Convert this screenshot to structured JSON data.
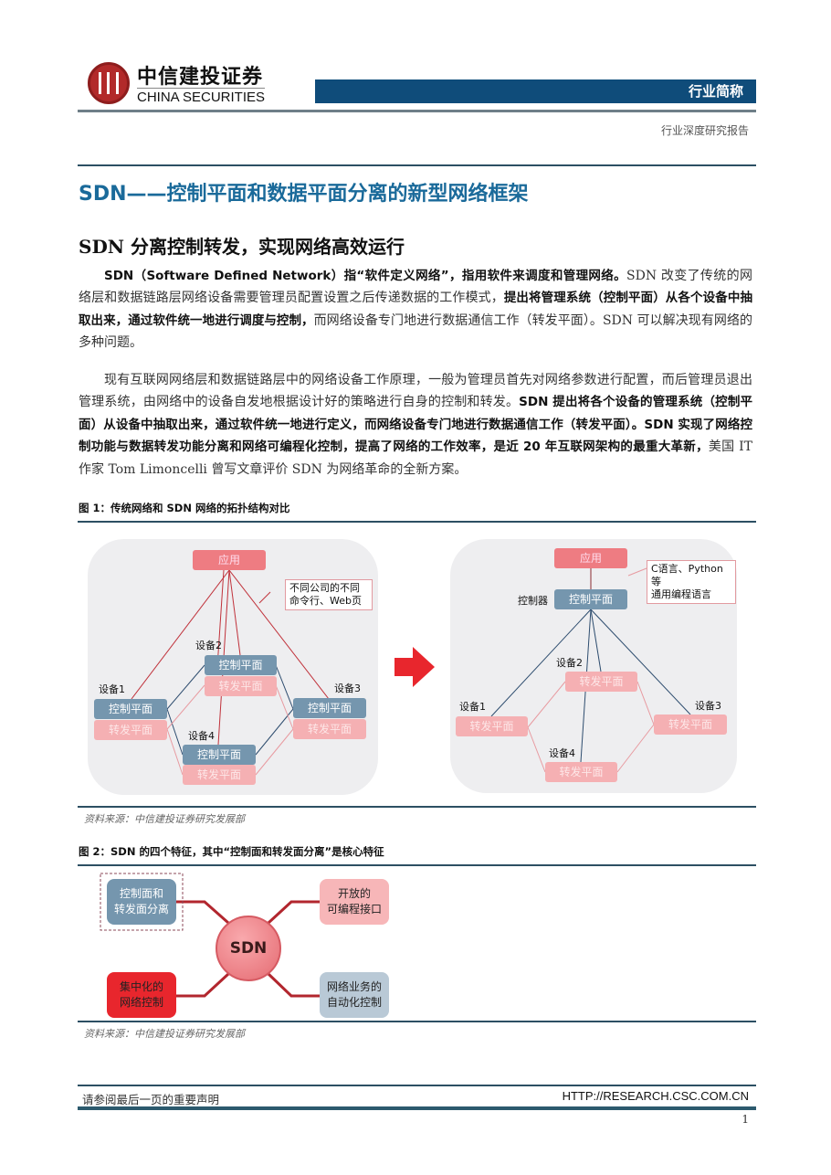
{
  "header": {
    "logo_cn": "中信建投证券",
    "logo_en": "CHINA SECURITIES",
    "industry_label": "行业简称",
    "report_type": "行业深度研究报告"
  },
  "section_title": "SDN——控制平面和数据平面分离的新型网络框架",
  "sub_title": "SDN 分离控制转发，实现网络高效运行",
  "paragraph1": {
    "bold1": "SDN（Software Defined Network）指“软件定义网络”，指用软件来调度和管理网络。",
    "normal1": "SDN 改变了传统的网络层和数据链路层网络设备需要管理员配置设置之后传递数据的工作模式，",
    "bold2": "提出将管理系统（控制平面）从各个设备中抽取出来，通过软件统一地进行调度与控制，",
    "normal2": "而网络设备专门地进行数据通信工作（转发平面）。SDN 可以解决现有网络的多种问题。"
  },
  "paragraph2": {
    "normal1": "现有互联网网络层和数据链路层中的网络设备工作原理，一般为管理员首先对网络参数进行配置，而后管理员退出管理系统，由网络中的设备自发地根据设计好的策略进行自身的控制和转发。",
    "bold1": "SDN 提出将各个设备的管理系统（控制平面）从设备中抽取出来，通过软件统一地进行定义，而网络设备专门地进行数据通信工作（转发平面）。SDN 实现了网络控制功能与数据转发功能分离和网络可编程化控制，提高了网络的工作效率，是近 20 年互联网架构的最重大革新，",
    "normal2": "美国 IT 作家 Tom Limoncelli 曾写文章评价 SDN 为网络革命的全新方案。"
  },
  "figure1": {
    "title": "图 1：传统网络和 SDN 网络的拓扑结构对比",
    "source": "资料来源：中信建投证券研究发展部",
    "left": {
      "app": "应用",
      "note": [
        "不同公司的不同",
        "命令行、Web页"
      ],
      "devices": [
        {
          "label": "设备1",
          "control": "控制平面",
          "forward": "转发平面"
        },
        {
          "label": "设备2",
          "control": "控制平面",
          "forward": "转发平面"
        },
        {
          "label": "设备3",
          "control": "控制平面",
          "forward": "转发平面"
        },
        {
          "label": "设备4",
          "control": "控制平面",
          "forward": "转发平面"
        }
      ]
    },
    "right": {
      "app": "应用",
      "note": [
        "C语言、Python等",
        "通用编程语言"
      ],
      "controller_label": "控制器",
      "controller": "控制平面",
      "devices": [
        {
          "label": "设备1",
          "forward": "转发平面"
        },
        {
          "label": "设备2",
          "forward": "转发平面"
        },
        {
          "label": "设备3",
          "forward": "转发平面"
        },
        {
          "label": "设备4",
          "forward": "转发平面"
        }
      ]
    },
    "arrow_color": "#e8262d"
  },
  "figure2": {
    "title": "图 2：SDN 的四个特征，其中“控制面和转发面分离”是核心特征",
    "source": "资料来源：中信建投证券研究发展部",
    "center": "SDN",
    "features": [
      {
        "lines": [
          "控制面和",
          "转发面分离"
        ],
        "color": "#7596ae"
      },
      {
        "lines": [
          "开放的",
          "可编程接口"
        ],
        "color": "#f7b6b8"
      },
      {
        "lines": [
          "集中化的",
          "网络控制"
        ],
        "color": "#e8262d"
      },
      {
        "lines": [
          "网络业务的",
          "自动化控制"
        ],
        "color": "#b9c9d6"
      }
    ]
  },
  "footer": {
    "disclaimer": "请参阅最后一页的重要声明",
    "url": "HTTP://RESEARCH.CSC.COM.CN",
    "page": "1"
  },
  "colors": {
    "brand_blue": "#0f4c7a",
    "title_blue": "#1a6a9a",
    "brand_red": "#b22a2a"
  }
}
